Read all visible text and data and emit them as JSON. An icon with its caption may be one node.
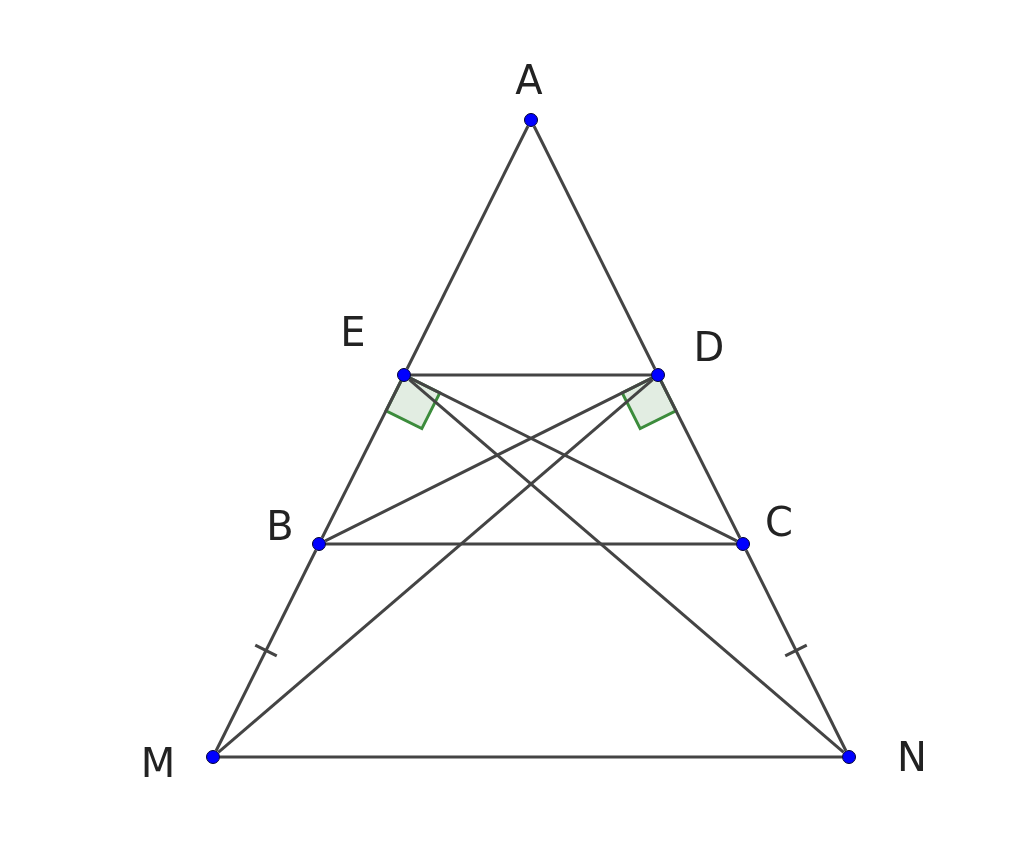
{
  "diagram": {
    "nodes": [
      {
        "text": [
          "A"
        ]
      },
      {
        "text": [
          "E"
        ]
      },
      {
        "text": [
          "D"
        ]
      },
      {
        "text": [
          "B"
        ]
      },
      {
        "text": [
          "C"
        ]
      },
      {
        "text": [
          "M"
        ]
      },
      {
        "text": [
          "N"
        ]
      }
    ],
    "edges": [
      {
        "from": 0,
        "to": 1,
        "arrow": "none"
      },
      {
        "from": 1,
        "to": 3,
        "arrow": "none"
      },
      {
        "from": 3,
        "to": 5,
        "arrow": "none"
      },
      {
        "from": 0,
        "to": 2,
        "arrow": "none"
      },
      {
        "from": 2,
        "to": 4,
        "arrow": "none"
      },
      {
        "from": 4,
        "to": 6,
        "arrow": "none"
      },
      {
        "from": 1,
        "to": 2,
        "arrow": "none"
      },
      {
        "from": 3,
        "to": 4,
        "arrow": "none"
      },
      {
        "from": 5,
        "to": 6,
        "arrow": "none"
      },
      {
        "from": 1,
        "to": 4,
        "arrow": "none"
      },
      {
        "from": 2,
        "to": 3,
        "arrow": "none"
      },
      {
        "from": 2,
        "to": 5,
        "arrow": "none"
      },
      {
        "from": 1,
        "to": 6,
        "arrow": "none"
      }
    ]
  }
}
